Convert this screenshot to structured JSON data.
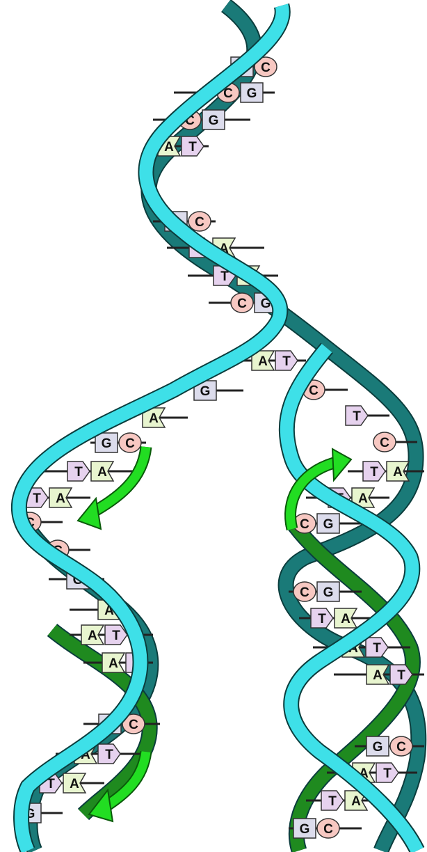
{
  "diagram": {
    "colors": {
      "strand_light": "#3ee0e8",
      "strand_dark": "#1a7a78",
      "strand_new": "#1f8a1f",
      "arrow_green": "#22dd22",
      "rung": "#222222",
      "base_G": "#dcdcec",
      "base_C": "#f7c8c2",
      "base_A": "#e8f5cf",
      "base_T": "#e6d2ee"
    },
    "pairs": [
      {
        "id": "p1",
        "left": "G",
        "right": "C"
      },
      {
        "id": "p2",
        "left": "C",
        "right": "G"
      },
      {
        "id": "p3",
        "left": "C",
        "right": "G"
      },
      {
        "id": "p4",
        "left": "A",
        "right": "T"
      },
      {
        "id": "p5",
        "left": "G",
        "right": "C"
      },
      {
        "id": "p6",
        "left": "T",
        "right": "A"
      },
      {
        "id": "p7",
        "left": "T",
        "right": "A"
      },
      {
        "id": "p8",
        "left": "C",
        "right": "G"
      },
      {
        "id": "p9",
        "left": "A",
        "right": "T"
      },
      {
        "id": "p10",
        "left": "G",
        "right": ""
      },
      {
        "id": "p11",
        "left": "A",
        "right": ""
      },
      {
        "id": "p12",
        "left": "G",
        "right": "C"
      },
      {
        "id": "p13",
        "left": "T",
        "right": "A"
      },
      {
        "id": "p14",
        "left": "T",
        "right": "A"
      },
      {
        "id": "p15",
        "left": "C",
        "right": ""
      },
      {
        "id": "p16",
        "left": "C",
        "right": ""
      },
      {
        "id": "p17",
        "left": "",
        "right": "G"
      },
      {
        "id": "p18",
        "left": "",
        "right": "A"
      },
      {
        "id": "p19",
        "left": "A",
        "right": "T"
      },
      {
        "id": "p20",
        "left": "A",
        "right": "T"
      },
      {
        "id": "p21",
        "left": "G",
        "right": "C"
      },
      {
        "id": "p22",
        "left": "A",
        "right": "T"
      },
      {
        "id": "p23",
        "left": "T",
        "right": "A"
      },
      {
        "id": "p24",
        "left": "G",
        "right": ""
      },
      {
        "id": "p25",
        "left": "C",
        "right": ""
      },
      {
        "id": "p26",
        "left": "T",
        "right": ""
      },
      {
        "id": "p27",
        "left": "C",
        "right": ""
      },
      {
        "id": "p28",
        "left": "T",
        "right": "A"
      },
      {
        "id": "p29",
        "left": "T",
        "right": "A"
      },
      {
        "id": "p30",
        "left": "C",
        "right": "G"
      },
      {
        "id": "p31",
        "left": "C",
        "right": "G"
      },
      {
        "id": "p32",
        "left": "T",
        "right": "A"
      },
      {
        "id": "p33",
        "left": "A",
        "right": "T"
      },
      {
        "id": "p34",
        "left": "A",
        "right": "T"
      },
      {
        "id": "p35",
        "left": "G",
        "right": "C"
      },
      {
        "id": "p36",
        "left": "A",
        "right": "T"
      },
      {
        "id": "p37",
        "left": "T",
        "right": "A"
      },
      {
        "id": "p38",
        "left": "G",
        "right": "C"
      }
    ]
  }
}
